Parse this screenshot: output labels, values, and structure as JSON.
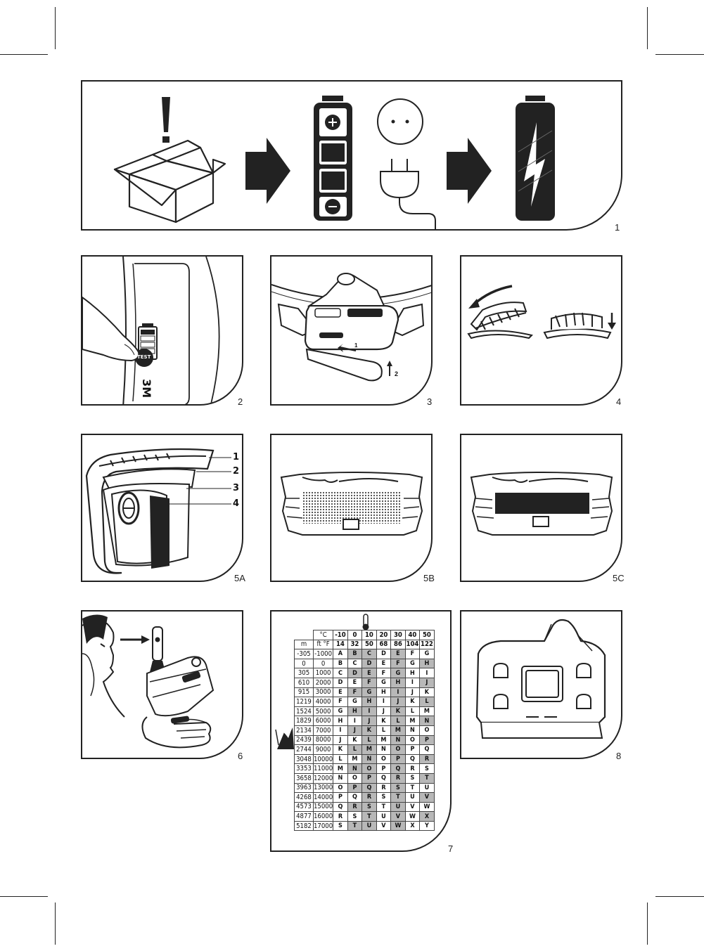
{
  "figures": {
    "f1": "1",
    "f2": "2",
    "f3": "3",
    "f4": "4",
    "f5a": "5A",
    "f5b": "5B",
    "f5c": "5C",
    "f6": "6",
    "f7": "7",
    "f8": "8"
  },
  "fig2": {
    "test_label": "TEST",
    "brand": "3M"
  },
  "fig3": {
    "step1": "1",
    "step2": "2"
  },
  "fig5a": {
    "callouts": [
      "1",
      "2",
      "3",
      "4"
    ]
  },
  "altitude_table": {
    "unit_celsius": "°C",
    "unit_fahrenheit": "°F",
    "unit_m": "m",
    "unit_ft": "ft",
    "celsius": [
      "-10",
      "0",
      "10",
      "20",
      "30",
      "40",
      "50"
    ],
    "fahrenheit": [
      "14",
      "32",
      "50",
      "68",
      "86",
      "104",
      "122"
    ],
    "rows": [
      {
        "m": "-305",
        "ft": "-1000",
        "codes": [
          "A",
          "B",
          "C",
          "D",
          "E",
          "F",
          "G"
        ]
      },
      {
        "m": "0",
        "ft": "0",
        "codes": [
          "B",
          "C",
          "D",
          "E",
          "F",
          "G",
          "H"
        ]
      },
      {
        "m": "305",
        "ft": "1000",
        "codes": [
          "C",
          "D",
          "E",
          "F",
          "G",
          "H",
          "I"
        ]
      },
      {
        "m": "610",
        "ft": "2000",
        "codes": [
          "D",
          "E",
          "F",
          "G",
          "H",
          "I",
          "J"
        ]
      },
      {
        "m": "915",
        "ft": "3000",
        "codes": [
          "E",
          "F",
          "G",
          "H",
          "I",
          "J",
          "K"
        ]
      },
      {
        "m": "1219",
        "ft": "4000",
        "codes": [
          "F",
          "G",
          "H",
          "I",
          "J",
          "K",
          "L"
        ]
      },
      {
        "m": "1524",
        "ft": "5000",
        "codes": [
          "G",
          "H",
          "I",
          "J",
          "K",
          "L",
          "M"
        ]
      },
      {
        "m": "1829",
        "ft": "6000",
        "codes": [
          "H",
          "I",
          "J",
          "K",
          "L",
          "M",
          "N"
        ]
      },
      {
        "m": "2134",
        "ft": "7000",
        "codes": [
          "I",
          "J",
          "K",
          "L",
          "M",
          "N",
          "O"
        ]
      },
      {
        "m": "2439",
        "ft": "8000",
        "codes": [
          "J",
          "K",
          "L",
          "M",
          "N",
          "O",
          "P"
        ]
      },
      {
        "m": "2744",
        "ft": "9000",
        "codes": [
          "K",
          "L",
          "M",
          "N",
          "O",
          "P",
          "Q"
        ]
      },
      {
        "m": "3048",
        "ft": "10000",
        "codes": [
          "L",
          "M",
          "N",
          "O",
          "P",
          "Q",
          "R"
        ]
      },
      {
        "m": "3353",
        "ft": "11000",
        "codes": [
          "M",
          "N",
          "O",
          "P",
          "Q",
          "R",
          "S"
        ]
      },
      {
        "m": "3658",
        "ft": "12000",
        "codes": [
          "N",
          "O",
          "P",
          "Q",
          "R",
          "S",
          "T"
        ]
      },
      {
        "m": "3963",
        "ft": "13000",
        "codes": [
          "O",
          "P",
          "Q",
          "R",
          "S",
          "T",
          "U"
        ]
      },
      {
        "m": "4268",
        "ft": "14000",
        "codes": [
          "P",
          "Q",
          "R",
          "S",
          "T",
          "U",
          "V"
        ]
      },
      {
        "m": "4573",
        "ft": "15000",
        "codes": [
          "Q",
          "R",
          "S",
          "T",
          "U",
          "V",
          "W"
        ]
      },
      {
        "m": "4877",
        "ft": "16000",
        "codes": [
          "R",
          "S",
          "T",
          "U",
          "V",
          "W",
          "X"
        ]
      },
      {
        "m": "5182",
        "ft": "17000",
        "codes": [
          "S",
          "T",
          "U",
          "V",
          "W",
          "X",
          "Y"
        ]
      }
    ]
  },
  "colors": {
    "ink": "#222222",
    "shade": "#b8b8b8"
  }
}
